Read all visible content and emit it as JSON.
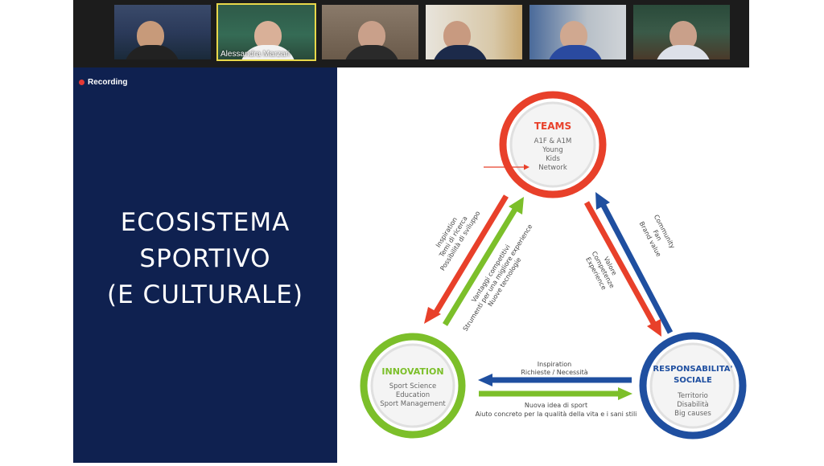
{
  "meeting": {
    "recording_label": "Recording",
    "participants": [
      {
        "name": ""
      },
      {
        "name": "Alessandra Marzari"
      },
      {
        "name": ""
      },
      {
        "name": ""
      },
      {
        "name": ""
      },
      {
        "name": ""
      }
    ]
  },
  "slide": {
    "title_lines": [
      "ECOSISTEMA",
      "SPORTIVO",
      "(E CULTURALE)"
    ],
    "diagram": {
      "teams": {
        "title": "TEAMS",
        "items": [
          "A1F & A1M",
          "Young",
          "Kids",
          "Network"
        ]
      },
      "innovation": {
        "title": "INNOVATION",
        "items": [
          "Sport Science",
          "Education",
          "Sport Management"
        ]
      },
      "social": {
        "title_line1": "RESPONSABILITA'",
        "title_line2": "SOCIALE",
        "items": [
          "Territorio",
          "Disabilità",
          "Big causes"
        ]
      },
      "flows": {
        "teams_to_innovation": [
          "Inspiration",
          "Temi di ricerca",
          "Possibilità di sviluppo"
        ],
        "innovation_to_teams": [
          "Vantaggi competitivi",
          "Strumenti per una migliore experience",
          "Nuove tecnologie"
        ],
        "teams_to_social": [
          "Valore",
          "Competenze",
          "Experience"
        ],
        "social_to_teams": [
          "Community",
          "Fan",
          "Brand value"
        ],
        "social_to_innovation": [
          "Inspiration",
          "Richieste / Necessità"
        ],
        "innovation_to_social": [
          "Nuova idea di sport",
          "Aiuto concreto per la qualità della vita e i sani stili"
        ]
      }
    }
  },
  "colors": {
    "red": "#e8402a",
    "green": "#7cbf2a",
    "blue": "#1f4fa0",
    "navy": "#0f2150",
    "gray_text": "#555555"
  }
}
